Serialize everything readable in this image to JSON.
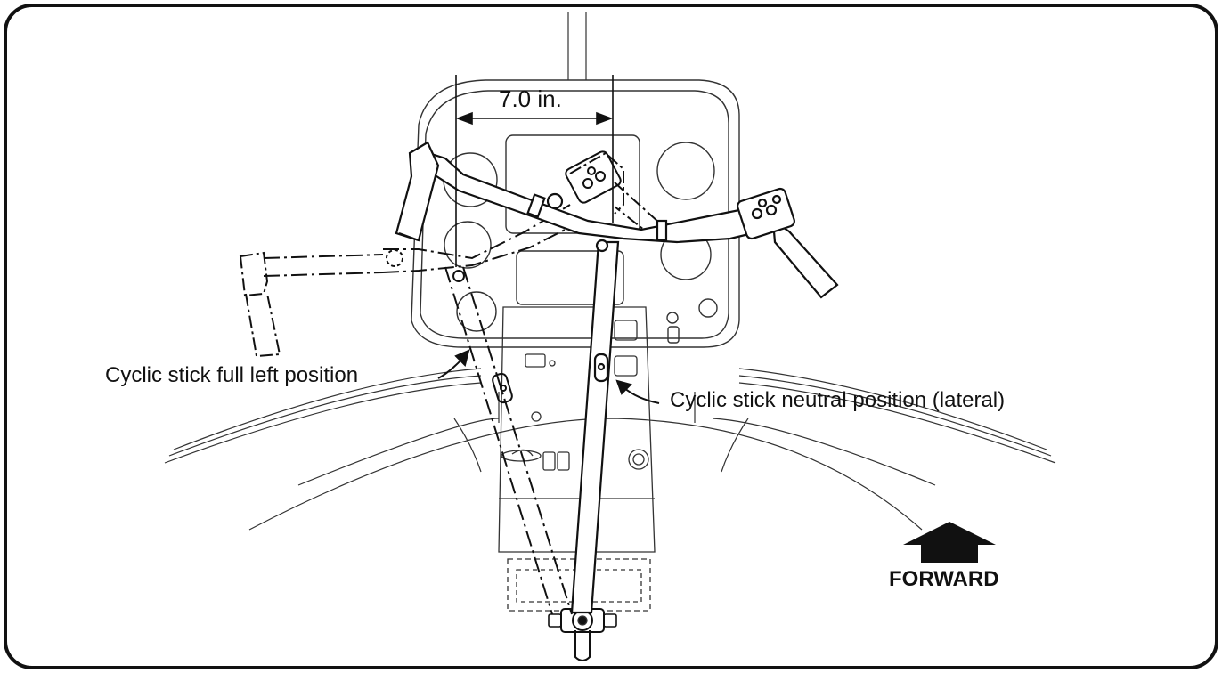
{
  "figure": {
    "dimension_label": "7.0 in.",
    "callout_full_left": "Cyclic stick full left position",
    "callout_neutral": "Cyclic stick neutral position (lateral)",
    "forward_label": "FORWARD"
  },
  "icons": {
    "forward_arrow": "up-arrow-icon",
    "callout_arrows": "arrow-icon"
  }
}
